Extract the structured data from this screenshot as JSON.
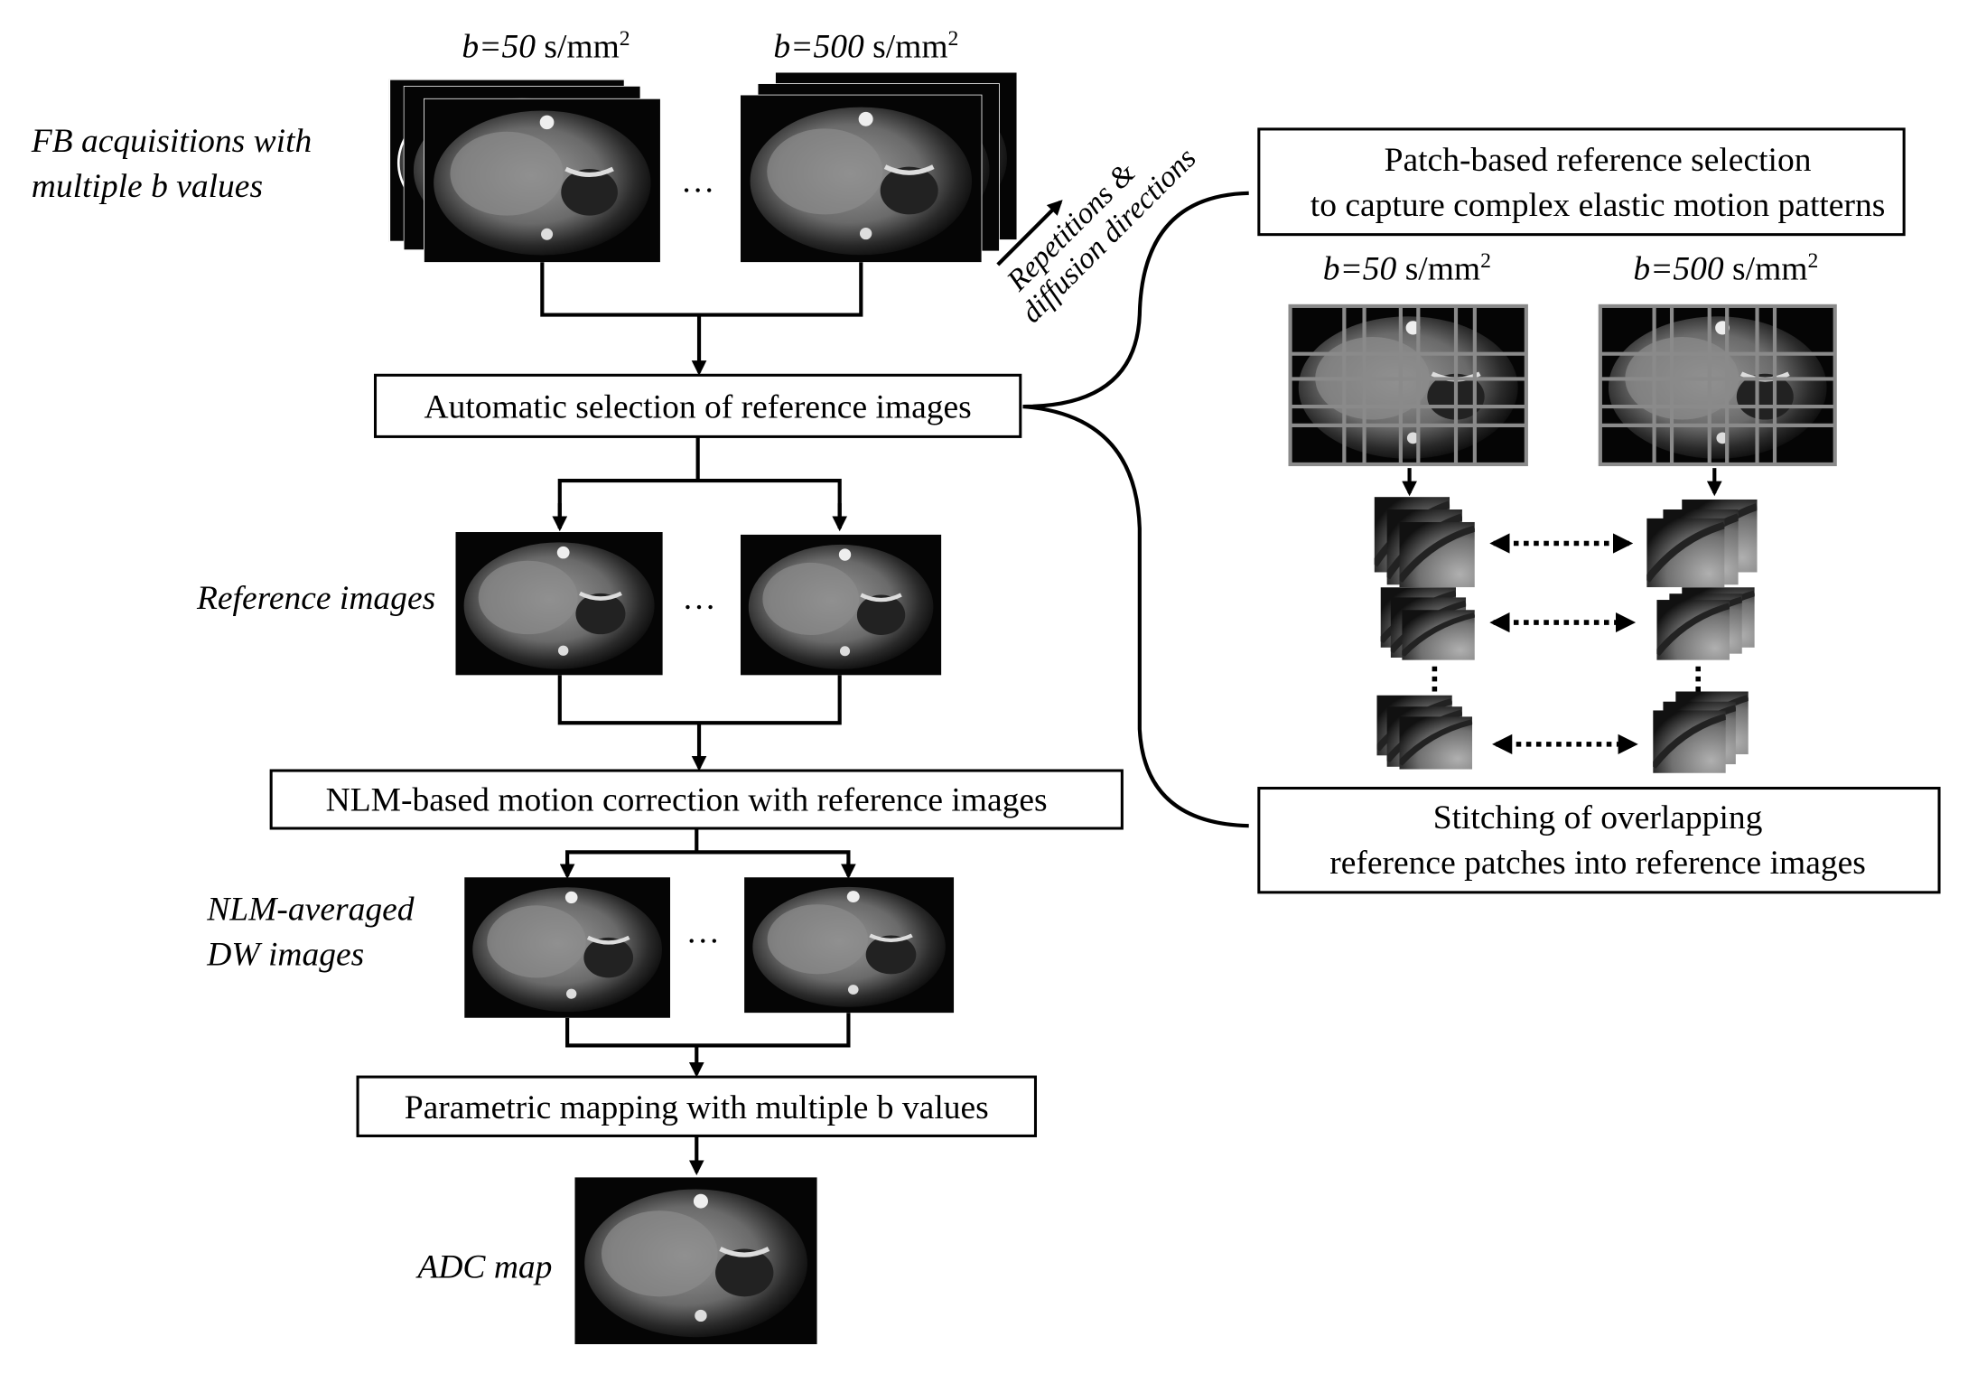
{
  "b_labels": {
    "b50": {
      "value": "b=50",
      "unit": " s/mm",
      "sup": "2"
    },
    "b500": {
      "value": "b=500",
      "unit": " s/mm",
      "sup": "2"
    }
  },
  "left_labels": {
    "fb_line1": "FB acquisitions with",
    "fb_line2": "multiple b values",
    "reference_images": "Reference images",
    "nlm_line1": "NLM-averaged",
    "nlm_line2": "DW images",
    "adc_map": "ADC map"
  },
  "ellipsis": "…",
  "rotated_label": {
    "line1": "Repetitions &",
    "line2": "diffusion directions"
  },
  "boxes": {
    "auto_selection": "Automatic selection of reference images",
    "nlm_correction": "NLM-based motion correction with reference images",
    "parametric_mapping": "Parametric mapping with multiple b values",
    "patch_selection_line1": "Patch-based reference selection",
    "patch_selection_line2": "to capture complex elastic motion patterns",
    "stitching_line1": "Stitching of overlapping",
    "stitching_line2": "reference patches into reference images"
  }
}
